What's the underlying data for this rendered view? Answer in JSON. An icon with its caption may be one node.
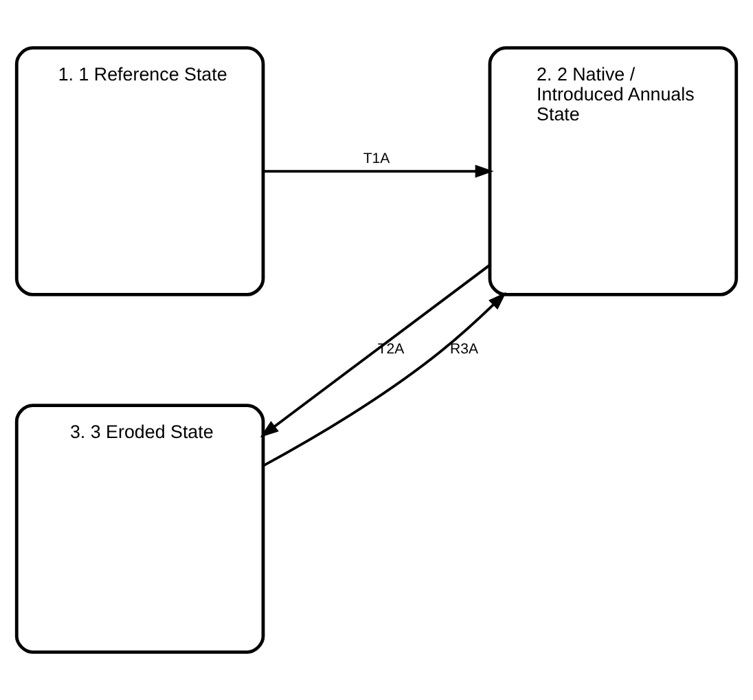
{
  "diagram": {
    "nodes": [
      {
        "text": [
          "1. 1 Reference State"
        ]
      },
      {
        "text": [
          "2. 2 Native / Introduced Annuals State"
        ]
      },
      {
        "text": [
          "3. 3 Eroded State"
        ]
      }
    ],
    "edges": [
      {
        "from": 0,
        "to": 1,
        "arrow": "to",
        "label": "T1A"
      },
      {
        "from": 1,
        "to": 2,
        "arrow": "to",
        "label": "T2A"
      },
      {
        "from": 2,
        "to": 1,
        "arrow": "to",
        "label": "R3A"
      }
    ]
  }
}
